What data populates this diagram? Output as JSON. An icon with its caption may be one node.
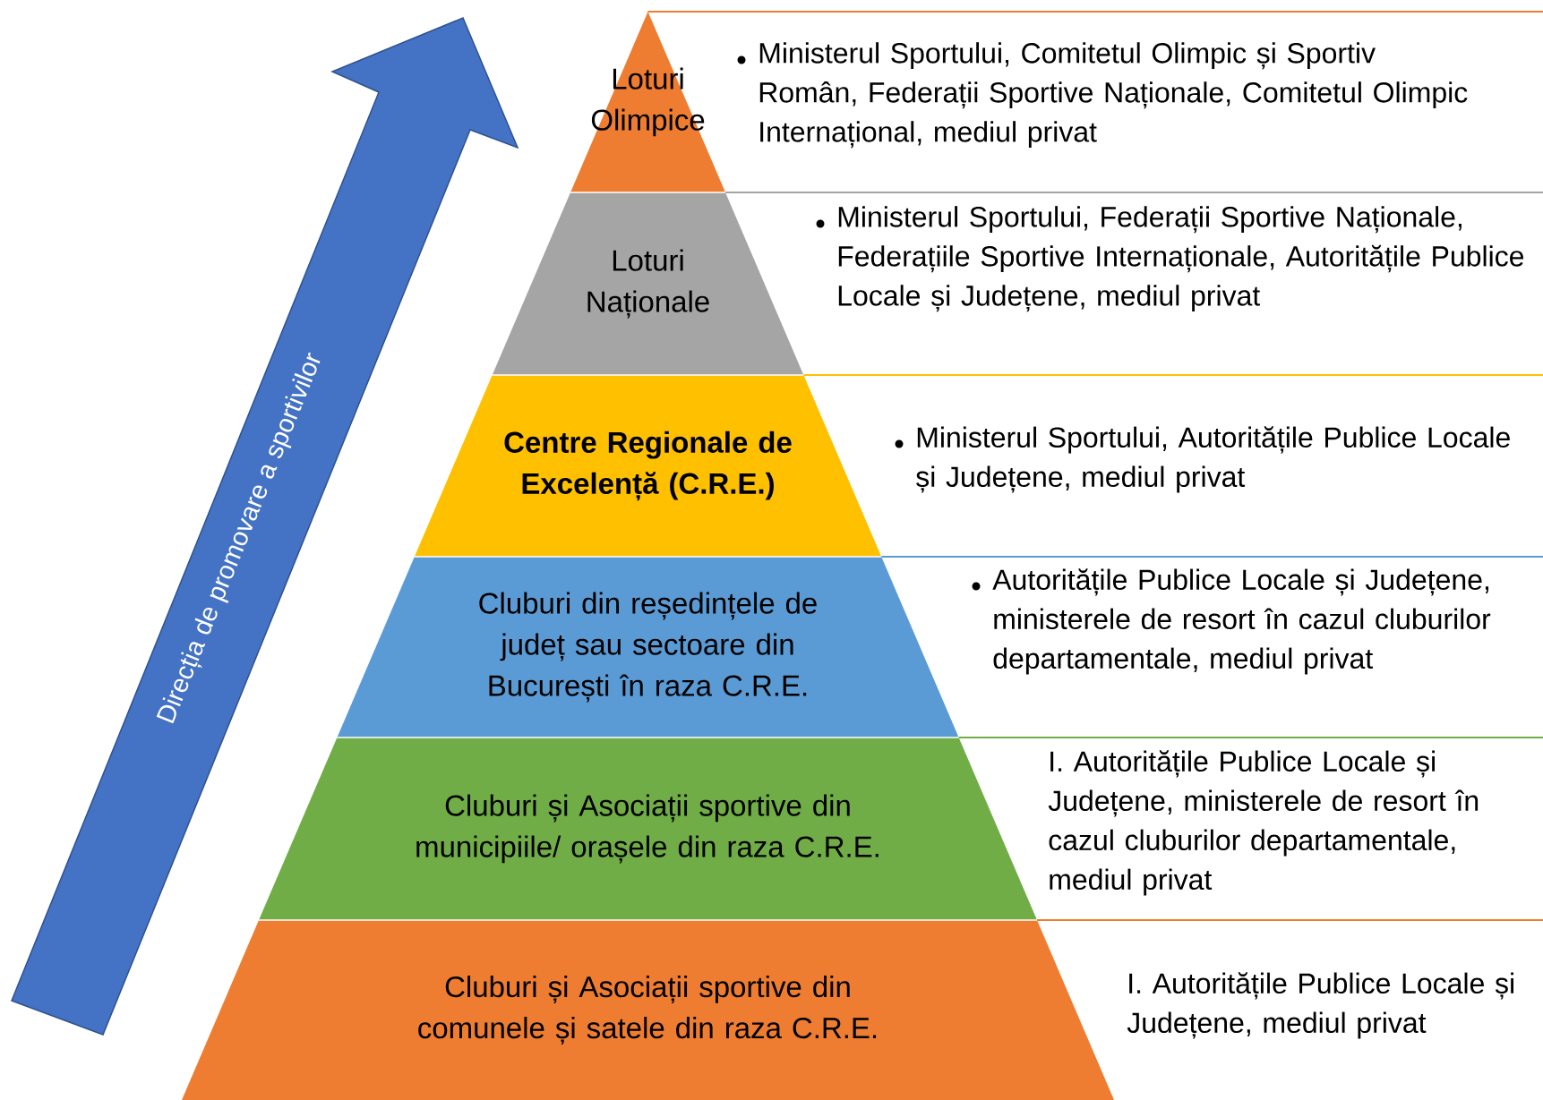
{
  "diagram": {
    "nodes": [
      {
        "text": [
          "Loturi Olimpice"
        ],
        "beside": [
          "Ministerul Sportului, Comitetul Olimpic și Sportiv Român, Federații Sportive Naționale, Comitetul Olimpic Internațional, mediul privat"
        ]
      },
      {
        "text": [
          "Loturi Naționale"
        ],
        "beside": [
          "Ministerul Sportului, Federații Sportive Naționale, Federațiile Sportive Internaționale, Autoritățile Publice Locale și Județene, mediul privat"
        ]
      },
      {
        "text": [
          "Centre Regionale de Excelență (C.R.E.)"
        ],
        "beside": [
          "Ministerul Sportului, Autoritățile Publice Locale și Județene, mediul privat"
        ]
      },
      {
        "text": [
          "Cluburi din reședințele de județ sau sectoare din București în raza C.R.E."
        ],
        "beside": [
          "Autoritățile Publice Locale și Județene, ministerele de resort în cazul cluburilor departamentale, mediul privat"
        ]
      },
      {
        "text": [
          "Cluburi și Asociații sportive din municipiile/ orașele din raza C.R.E."
        ],
        "beside": [
          "I. Autoritățile Publice Locale și Județene, ministerele de resort în cazul cluburilor departamentale, mediul privat"
        ]
      },
      {
        "text": [
          "Cluburi și Asociații sportive din comunele și satele din raza C.R.E."
        ],
        "beside": [
          "I. Autoritățile Publice Locale și Județene, mediul privat"
        ]
      },
      {
        "text": [
          "Direcția de promovare a sportivilor"
        ]
      }
    ]
  }
}
